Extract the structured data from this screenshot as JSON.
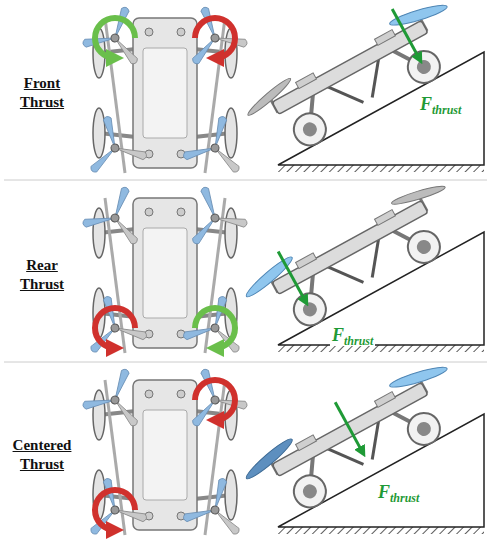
{
  "diagram": {
    "labels": [
      "Front Thrust",
      "F",
      "thrust",
      "Rear Thrust",
      "F",
      "thrust",
      "Centered Thrust",
      "F",
      "thrust"
    ]
  }
}
